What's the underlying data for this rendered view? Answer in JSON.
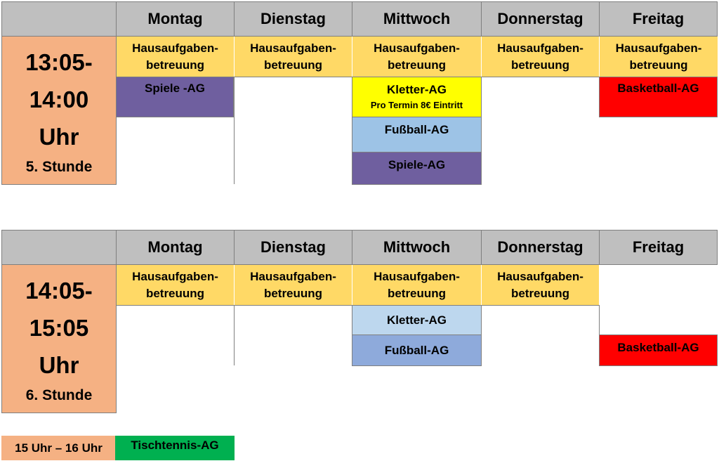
{
  "days": [
    "Montag",
    "Dienstag",
    "Mittwoch",
    "Donnerstag",
    "Freitag"
  ],
  "homework": "Hausaufgaben-\nbetreuung",
  "block1": {
    "time_line1": "13:05-",
    "time_line2": "14:00",
    "time_line3": "Uhr",
    "period": "5. Stunde",
    "activities": {
      "mon_spiele": "Spiele -AG",
      "wed_kletter": "Kletter-AG",
      "wed_kletter_note": "Pro Termin 8€ Eintritt",
      "wed_fussball": "Fußball-AG",
      "wed_spiele": "Spiele-AG",
      "fri_basketball": "Basketball-AG"
    }
  },
  "block2": {
    "time_line1": "14:05-",
    "time_line2": "15:05",
    "time_line3": "Uhr",
    "period": "6. Stunde",
    "activities": {
      "wed_kletter": "Kletter-AG",
      "wed_fussball": "Fußball-AG",
      "fri_basketball": "Basketball-AG"
    }
  },
  "footer": {
    "time": "15 Uhr – 16 Uhr",
    "activity": "Tischtennis-AG"
  },
  "colors": {
    "header": "#bfbfbf",
    "time": "#f5b183",
    "homework": "#ffd966",
    "spiele": "#6f5f9f",
    "kletter_yellow": "#ffff00",
    "fussball_light": "#9dc3e6",
    "kletter_light": "#bdd7ee",
    "fussball_mid": "#8eaadb",
    "basketball": "#ff0000",
    "tischtennis": "#00b050"
  }
}
